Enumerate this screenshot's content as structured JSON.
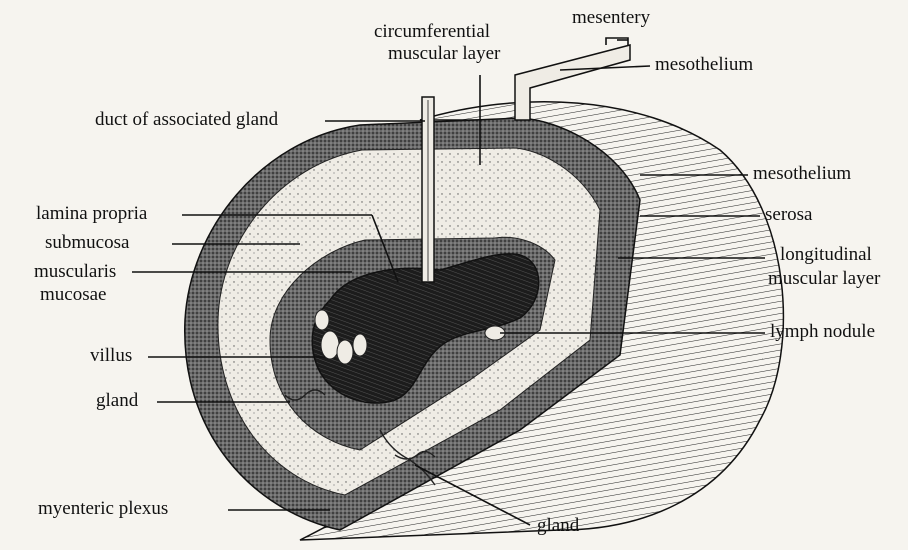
{
  "labels": {
    "mesentery": "mesentery",
    "circumferential_muscular_layer_line1": "circumferential",
    "circumferential_muscular_layer_line2": "muscular layer",
    "mesothelium_top": "mesothelium",
    "duct_of_associated_gland": "duct of associated gland",
    "mesothelium_right": "mesothelium",
    "lamina_propria": "lamina propria",
    "serosa": "serosa",
    "submucosa": "submucosa",
    "longitudinal_muscular_layer_line1": "longitudinal",
    "longitudinal_muscular_layer_line2": "muscular layer",
    "muscularis_mucosae_line1": "muscularis",
    "muscularis_mucosae_line2": "mucosae",
    "lymph_nodule": "lymph nodule",
    "villus": "villus",
    "gland_left": "gland",
    "myenteric_plexus": "myenteric plexus",
    "gland_bottom": "gland"
  },
  "colors": {
    "background": "#f6f4ef",
    "ink": "#111111",
    "tissue_light": "#ece9e2",
    "tissue_dark": "#3a3a3a"
  }
}
